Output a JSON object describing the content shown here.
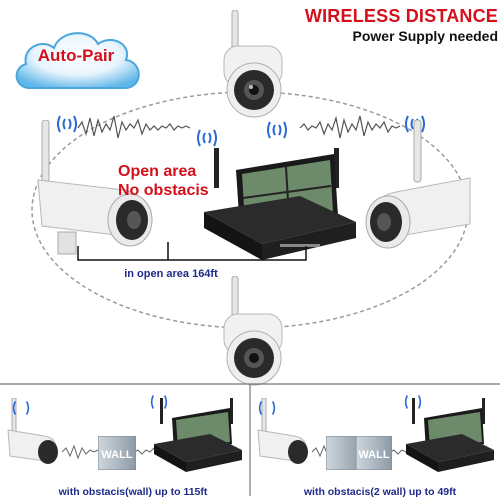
{
  "header": {
    "title": "WIRELESS DISTANCE",
    "subtitle": "Power Supply needed"
  },
  "badge": {
    "label": "Auto-Pair"
  },
  "open_area": {
    "line1": "Open area",
    "line2": "No obstacis"
  },
  "range": {
    "label": "in open area 164ft"
  },
  "bottom": {
    "left_label": "with obstacis(wall) up to 115ft",
    "right_label": "with obstacis(2 wall) up to 49ft",
    "wall_text": "WALL"
  },
  "colors": {
    "accent_red": "#d4101b",
    "label_blue": "#1e2a8a",
    "signal_blue": "#2a6ad8",
    "cloud_fill": "#5fb6e8"
  }
}
